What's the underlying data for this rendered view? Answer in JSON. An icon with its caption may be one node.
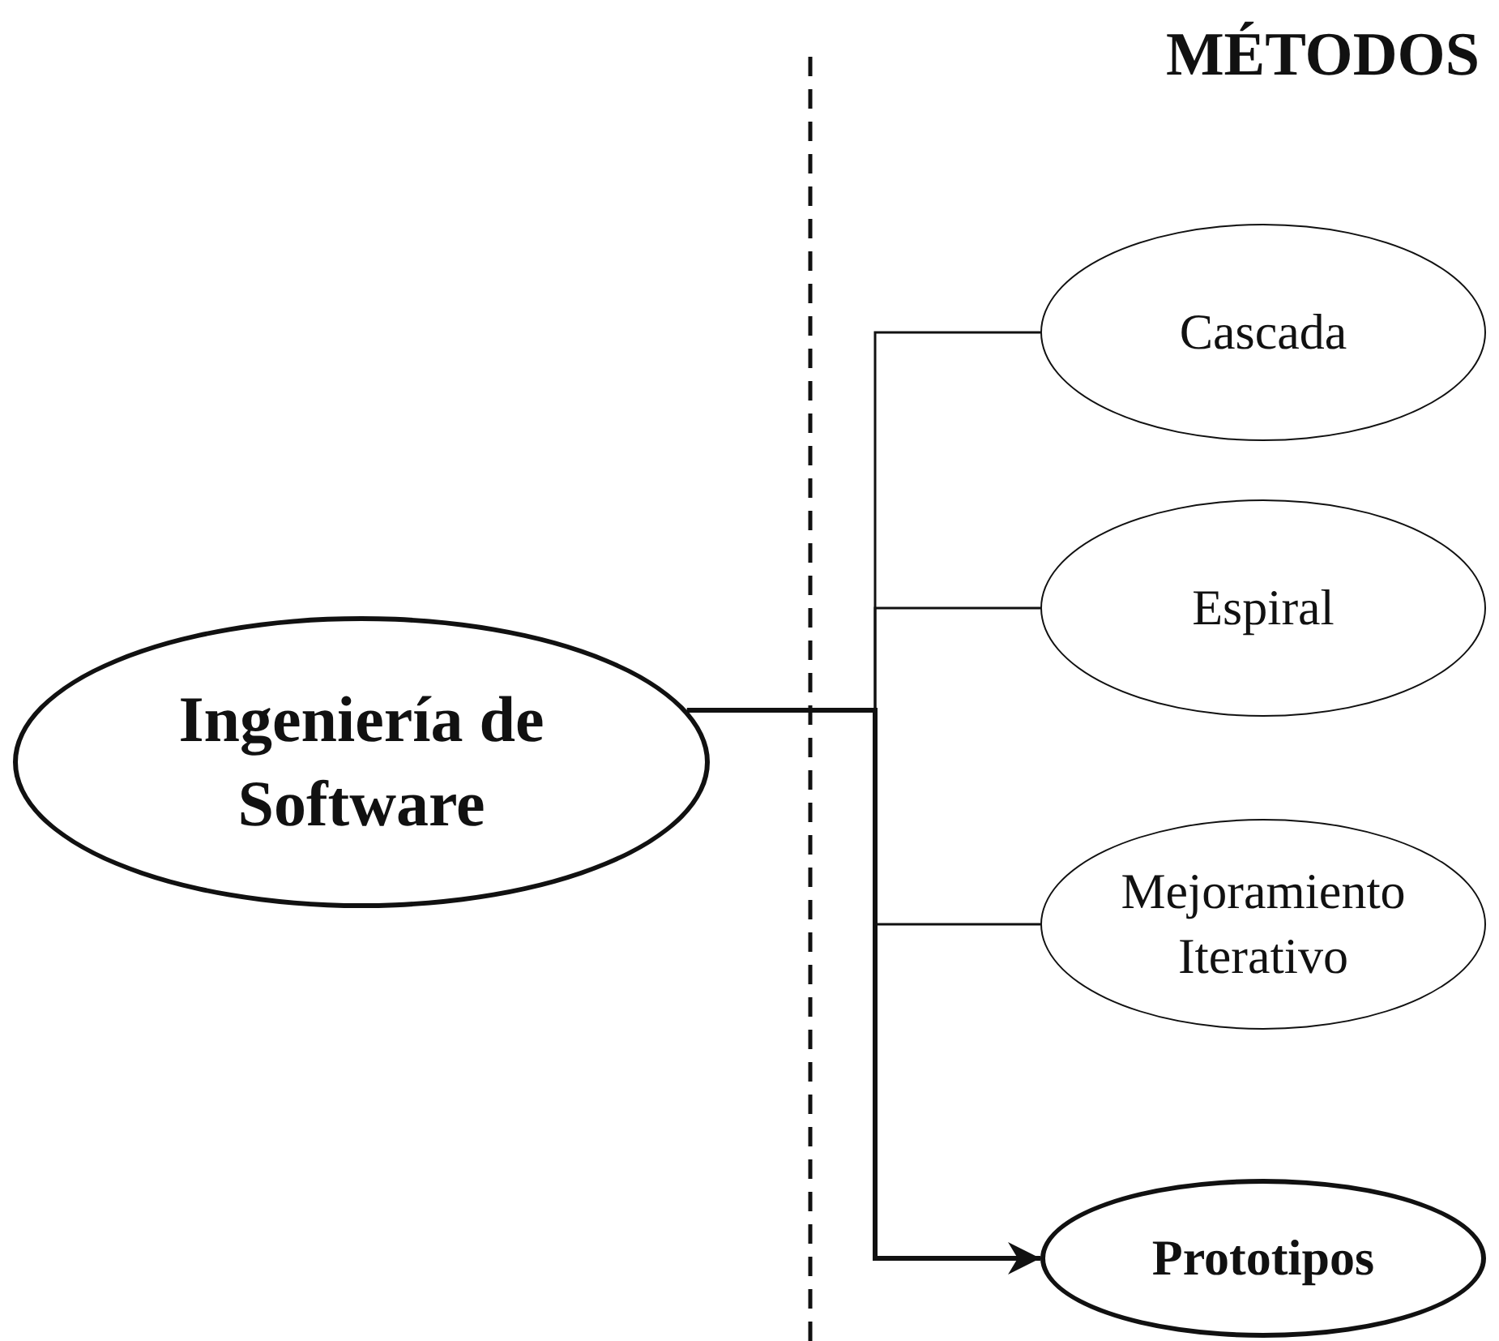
{
  "diagram": {
    "title": "MÉTODOS",
    "nodes": [
      {
        "text": [
          "Ingeniería de Software"
        ]
      },
      {
        "text": [
          "Cascada"
        ]
      },
      {
        "text": [
          "Espiral"
        ]
      },
      {
        "text": [
          "Mejoramiento Iterativo"
        ]
      },
      {
        "text": [
          "Prototipos"
        ]
      }
    ],
    "edges": [
      {
        "from": 0,
        "to": 1,
        "arrow": "none"
      },
      {
        "from": 0,
        "to": 2,
        "arrow": "none"
      },
      {
        "from": 0,
        "to": 3,
        "arrow": "none"
      },
      {
        "from": 0,
        "to": 4,
        "arrow": "to",
        "style": "thick"
      }
    ]
  }
}
